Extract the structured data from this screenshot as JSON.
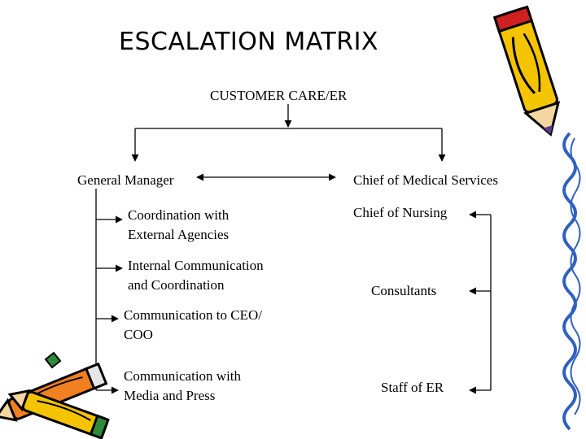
{
  "title": "ESCALATION MATRIX",
  "root": "CUSTOMER CARE/ER",
  "left": {
    "head": "General Manager",
    "items": [
      [
        "Coordination with",
        "External Agencies"
      ],
      [
        "Internal Communication",
        "and Coordination"
      ],
      [
        "Communication to CEO/",
        "COO"
      ],
      [
        "Communication with",
        "Media and Press"
      ]
    ]
  },
  "right": {
    "head": "Chief of Medical Services",
    "items": [
      "Chief of Nursing",
      "Consultants",
      "Staff of ER"
    ]
  },
  "decor": {
    "top_right": "pencil-clipart-icon",
    "bottom_left": "pencils-clipart-icon",
    "right_edge": "squiggle-border-icon"
  }
}
